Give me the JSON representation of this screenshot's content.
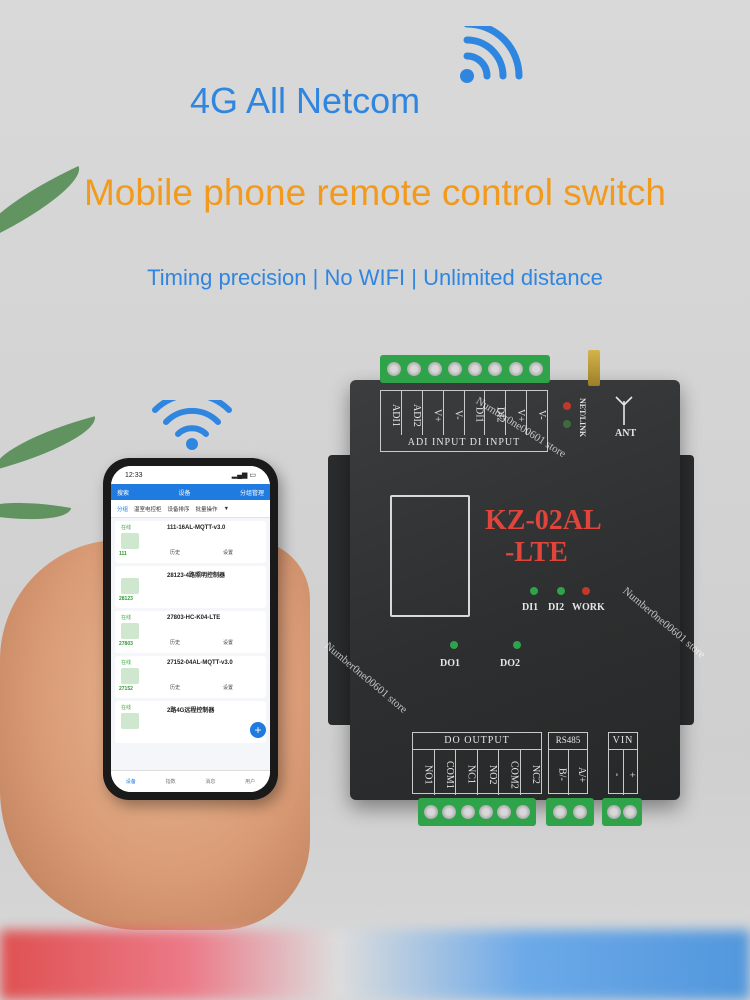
{
  "headline": {
    "title": "4G All Netcom",
    "subtitle": "Mobile phone remote control switch",
    "tagline": "Timing precision | No WIFI | Unlimited distance"
  },
  "colors": {
    "title_blue": "#2f86e0",
    "subtitle_orange": "#f29a1e",
    "model_red": "#e0443a",
    "terminal_green": "#2fa34a"
  },
  "icons": [
    "wifi-icon",
    "antenna-icon"
  ],
  "phone": {
    "time": "12:33",
    "search": "搜索",
    "nav_title": "设备",
    "group_manage": "分组管理",
    "group": "分组",
    "filter_label": "温室电控柜",
    "sort": "设备排序",
    "batch": "批量操作",
    "devices": [
      {
        "status": "在线",
        "name": "111-16AL-MQTT-v3.0",
        "id": "111",
        "history": "历史",
        "settings": "设置"
      },
      {
        "status": "",
        "name": "28123-4路照明控制器",
        "id": "28123",
        "history": "",
        "settings": ""
      },
      {
        "status": "在线",
        "name": "27803-HC-K04-LTE",
        "id": "27803",
        "history": "历史",
        "settings": "设置"
      },
      {
        "status": "在线",
        "name": "27152-04AL-MQTT-v3.0",
        "id": "27152",
        "history": "历史",
        "settings": "设置"
      },
      {
        "status": "在线",
        "name": "2路4G远程控制器",
        "id": "",
        "history": "",
        "settings": ""
      }
    ],
    "tabs": [
      "设备",
      "指数",
      "消息",
      "用户"
    ]
  },
  "device": {
    "model_line1": "KZ-02AL",
    "model_line2": "-LTE",
    "top_terminals": [
      "ADI1",
      "ADI2",
      "V+",
      "V-",
      "DI1",
      "DI2",
      "V+",
      "V-"
    ],
    "top_caption": "ADI  INPUT  DI  INPUT",
    "netlink": "NET/LINK",
    "ant": "ANT",
    "leds_top": [
      "DI1",
      "DI2",
      "WORK"
    ],
    "leds_mid": [
      "DO1",
      "DO2"
    ],
    "do_caption": "DO  OUTPUT",
    "do_terminals": [
      "NO1",
      "COM1",
      "NC1",
      "NO2",
      "COM2",
      "NC2"
    ],
    "rs485_caption": "RS485",
    "rs485_terminals": [
      "B/-",
      "A/+"
    ],
    "vin_caption": "VIN",
    "vin_terminals": [
      "-",
      "+"
    ]
  },
  "watermark": "Number0ne00601 store"
}
